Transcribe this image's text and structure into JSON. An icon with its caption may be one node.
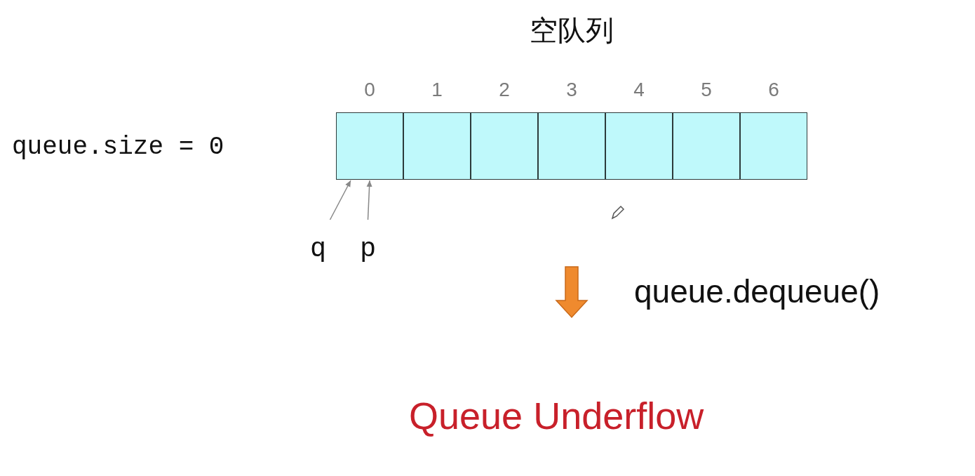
{
  "diagram": {
    "title": "空队列",
    "nodes": [
      {
        "text": [
          "0"
        ]
      },
      {
        "text": [
          "1"
        ]
      },
      {
        "text": [
          "2"
        ]
      },
      {
        "text": [
          "3"
        ]
      },
      {
        "text": [
          "4"
        ]
      },
      {
        "text": [
          "5"
        ]
      },
      {
        "text": [
          "6"
        ]
      },
      {
        "text": [
          "q"
        ]
      },
      {
        "text": [
          "p"
        ]
      }
    ],
    "edges": [
      {
        "from": 7,
        "to": 0,
        "arrow": "to"
      },
      {
        "from": 8,
        "to": 0,
        "arrow": "to"
      }
    ],
    "labels": [
      "queue.size = 0",
      "queue.dequeue()",
      "Queue Underflow"
    ]
  }
}
